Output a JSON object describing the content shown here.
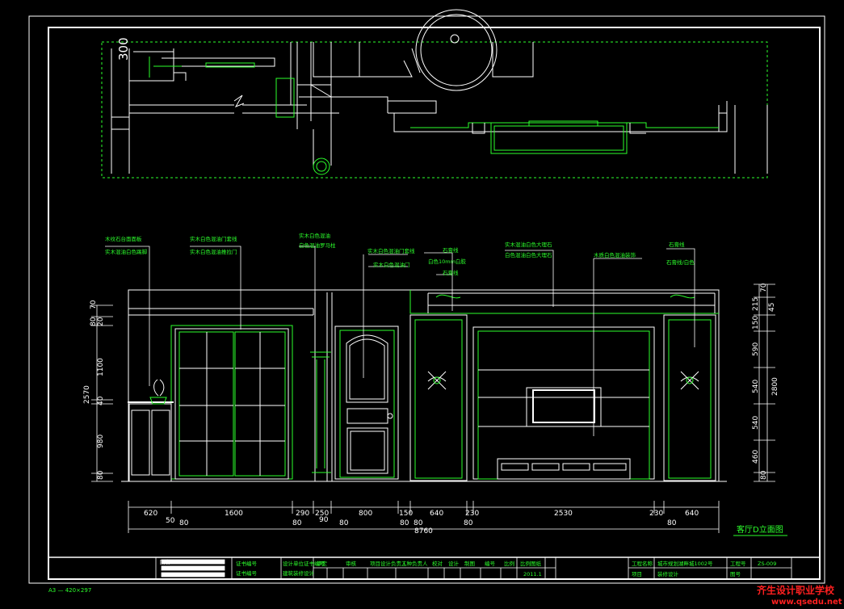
{
  "drawing": {
    "elevation_title": "客厅D立面图",
    "section_dim_300": "300",
    "paper_size": "A3 — 420×297",
    "colors": {
      "frame": "#ffffff",
      "object": "#2cff2c",
      "annotation": "#ffffff",
      "watermark": "#ff2020"
    }
  },
  "dims_bottom_row1": [
    "620",
    "1600",
    "290",
    "250",
    "800",
    "150",
    "640",
    "230",
    "2530",
    "230",
    "640"
  ],
  "dims_bottom_row2": [
    "50",
    "80",
    "80",
    "90",
    "80",
    "80",
    "80",
    "80",
    "80"
  ],
  "dim_total": "8760",
  "dims_left": [
    "70",
    "80",
    "20",
    "1100",
    "40",
    "980",
    "80"
  ],
  "dim_left_total": "2570",
  "dims_right": [
    "70",
    "215",
    "45",
    "150",
    "590",
    "540",
    "540",
    "460",
    "80"
  ],
  "dim_right_total": "2800",
  "notes": [
    "木纹石台面面板",
    "实木混油白色踢脚",
    "实木白色混油门套线",
    "实木白色混油推拉门",
    "实木白色混油",
    "白色混油罗马柱",
    "实木白色混油门套线",
    "实木白色混油门",
    "石膏线",
    "白色10mm白胶",
    "石膏线",
    "实木混油白色大理石",
    "白色混油白色大理石",
    "木质白色混油装饰",
    "石膏线",
    "石膏线/白色"
  ],
  "titleblock": {
    "label_name": "图名",
    "label_left1": "证书编号",
    "label_left2": "证书编号",
    "label_design1": "设计单位证书编号",
    "label_design2": "建筑装修设计",
    "headers": [
      "审定",
      "审核",
      "项目设计负责人",
      "工种负责人",
      "校对",
      "设计",
      "制图",
      "编号",
      "比例"
    ],
    "scale_label": "比例图纸",
    "date": "2011.1",
    "proj_label": "工程名称",
    "proj_value": "城市规划湖畔城1002号",
    "item_label": "项目",
    "item_value": "装修设计",
    "no_label": "工程号",
    "no_value": "ZS-009",
    "sheet_label": "图号"
  },
  "watermark": {
    "line1": "齐生设计职业学校",
    "line2": "www.qsedu.net"
  }
}
